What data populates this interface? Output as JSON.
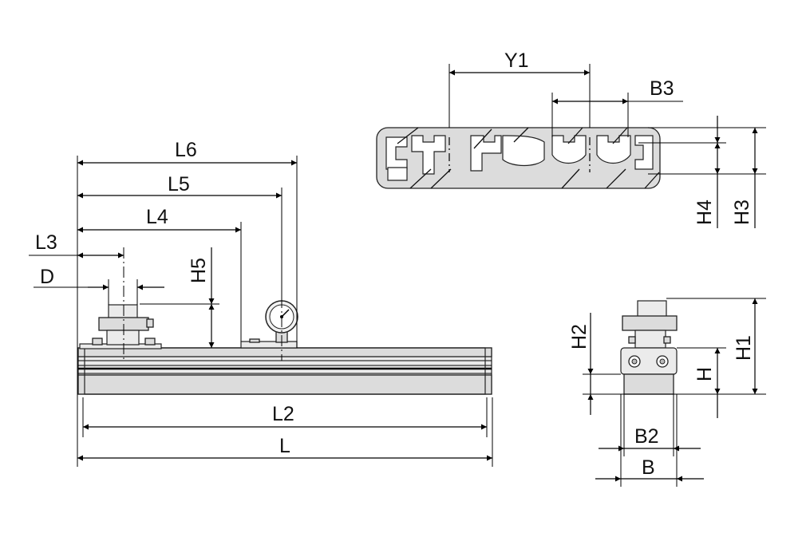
{
  "labels": {
    "L6": "L6",
    "L5": "L5",
    "L4": "L4",
    "L3": "L3",
    "D": "D",
    "H5": "H5",
    "L2": "L2",
    "L": "L",
    "Y1": "Y1",
    "B3": "B3",
    "H4": "H4",
    "H3": "H3",
    "H2": "H2",
    "H1": "H1",
    "H": "H",
    "B2": "B2",
    "B": "B"
  },
  "colors": {
    "line": "#000000",
    "part_fill": "#dcdcdc",
    "part_light": "#ebebeb",
    "background": "#ffffff"
  },
  "icons": {
    "pressure_gauge": "pressure-gauge-icon",
    "screw": "screw-icon"
  }
}
